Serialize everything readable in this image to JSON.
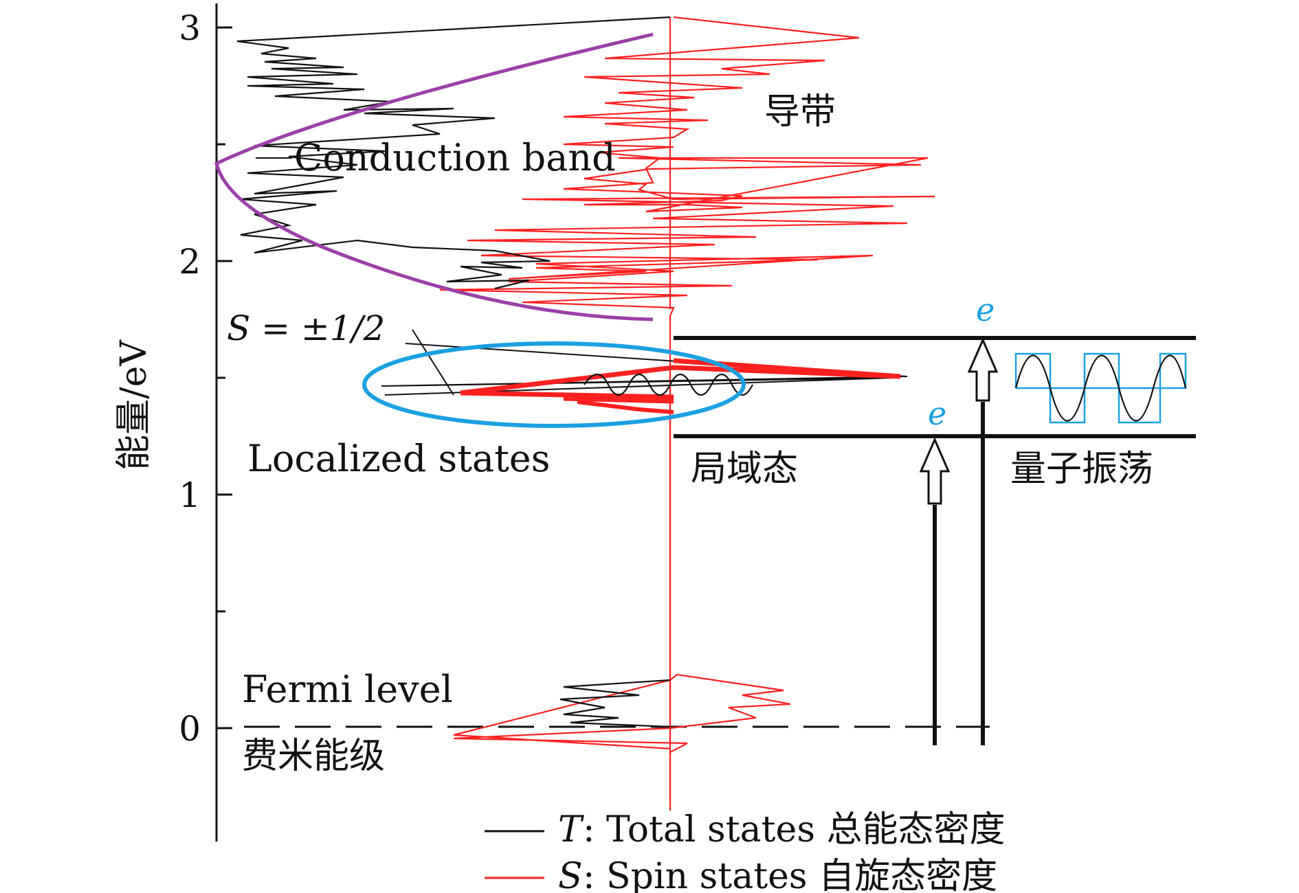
{
  "axis": {
    "ylabel": "能量/eV",
    "ticks": [
      "3",
      "2",
      "1",
      "0"
    ]
  },
  "labels": {
    "conduction_band_cn": "导带",
    "conduction_band_en": "Conduction band",
    "spin": "S = ±1/2",
    "localized_states_en": "Localized states",
    "localized_states_cn": "局域态",
    "quantum_oscillation": "量子振荡",
    "fermi_level_en": "Fermi level",
    "fermi_level_cn": "费米能级",
    "electron_top": "e",
    "electron_bottom": "e"
  },
  "legend": {
    "total": {
      "symbol": "T",
      "text": ": Total states 总能态密度"
    },
    "spin": {
      "symbol": "S",
      "text": ": Spin states 自旋态密度"
    }
  },
  "colors": {
    "total_states": "#111111",
    "spin_states": "#ff2020",
    "parabola": "#9b3fa8",
    "localized_ellipse": "#1aa0e0",
    "electron_label": "#1aa0e0"
  },
  "chart_data": {
    "type": "line",
    "ylabel": "能量/eV",
    "ylim": [
      -0.5,
      3.1
    ],
    "yticks": [
      0,
      1,
      2,
      3
    ],
    "levels": {
      "fermi_level": 0,
      "localized_lower": 1.25,
      "localized_upper": 1.67
    }
  }
}
